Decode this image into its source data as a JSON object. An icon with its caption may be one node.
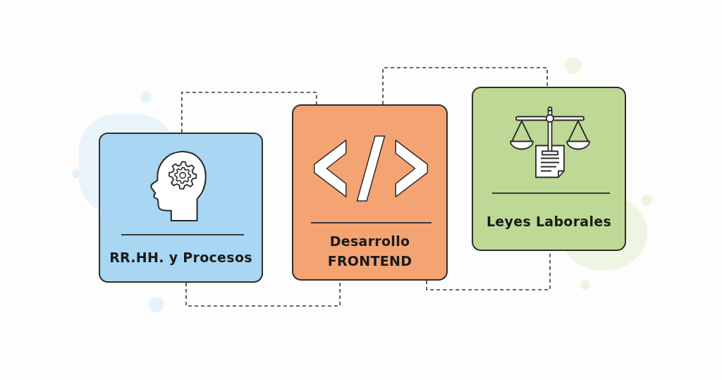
{
  "diagram": {
    "nodes": [
      {
        "text": [
          "RR.HH. y Procesos"
        ]
      },
      {
        "text": [
          "Desarrollo FRONTEND"
        ]
      },
      {
        "text": [
          "Leyes Laborales"
        ]
      }
    ],
    "edges": [
      {
        "from": 0,
        "to": 1,
        "arrow": "none",
        "style": "dashed"
      },
      {
        "from": 0,
        "to": 1,
        "arrow": "none",
        "style": "dashed"
      },
      {
        "from": 1,
        "to": 2,
        "arrow": "none",
        "style": "dashed"
      },
      {
        "from": 1,
        "to": 2,
        "arrow": "none",
        "style": "dashed"
      }
    ]
  }
}
